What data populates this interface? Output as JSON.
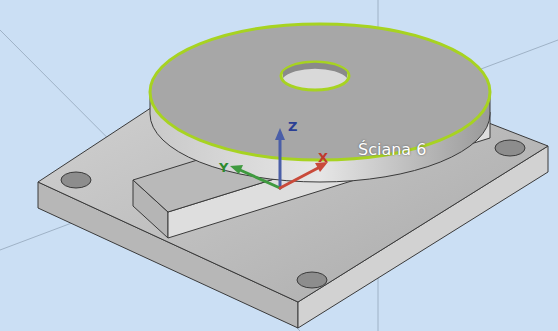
{
  "diagram": {
    "labels": [
      "Ściana 6",
      "Z",
      "Y",
      "X"
    ]
  }
}
